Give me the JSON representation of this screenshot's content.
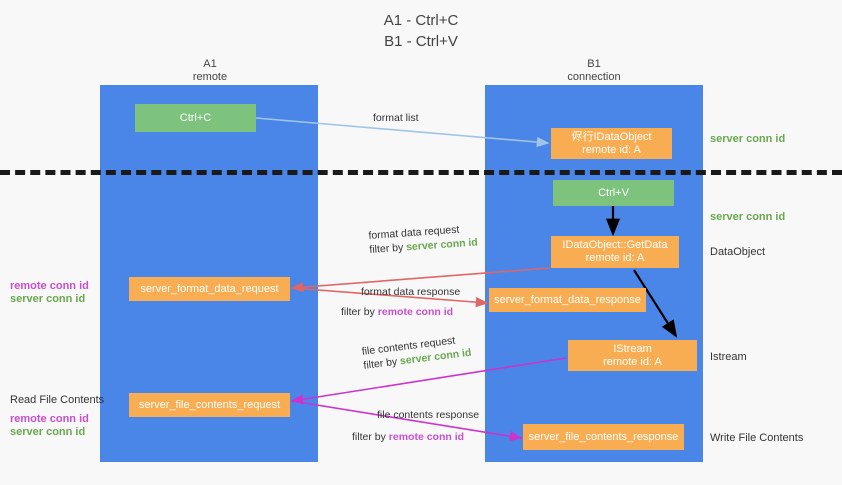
{
  "title": {
    "line1": "A1 - Ctrl+C",
    "line2": "B1 - Ctrl+V"
  },
  "lanes": [
    {
      "name": "A1",
      "subtitle": "remote"
    },
    {
      "name": "B1",
      "subtitle": "connection"
    }
  ],
  "boxes": {
    "ctrl_c": {
      "label": "Ctrl+C"
    },
    "idataobject": {
      "line1": "侭行IDataObject",
      "line2": "remote id: A"
    },
    "ctrl_v": {
      "label": "Ctrl+V"
    },
    "getdata": {
      "line1": "IDataObject::GetData",
      "line2": "remote id: A"
    },
    "server_format_data_request": {
      "label": "server_format_data_request"
    },
    "server_format_data_response": {
      "label": "server_format_data_response"
    },
    "istream": {
      "line1": "IStream",
      "line2": "remote id: A"
    },
    "server_file_contents_request": {
      "label": "server_file_contents_request"
    },
    "server_file_contents_response": {
      "label": "server_file_contents_response"
    }
  },
  "right_notes": {
    "server_conn_id_top": "server conn id",
    "server_conn_id_mid": "server conn id",
    "dataobject": "DataObject",
    "istream": "Istream",
    "write_file_contents": "Write File Contents"
  },
  "left_notes": {
    "remote_conn_id_1": "remote conn id",
    "server_conn_id_1": "server conn id",
    "read_file_contents": "Read File Contents",
    "remote_conn_id_2": "remote conn id",
    "server_conn_id_2": "server conn id"
  },
  "arrow_labels": {
    "format_list": "format list",
    "format_data_request": "format data request",
    "format_data_request_filter_prefix": "filter by ",
    "format_data_request_filter_value": "server conn id",
    "format_data_response": "format data response",
    "format_data_response_filter_prefix": "filter by ",
    "format_data_response_filter_value": "remote conn id",
    "file_contents_request": "file contents request",
    "file_contents_request_filter_prefix": "filter by ",
    "file_contents_request_filter_value": "server conn id",
    "file_contents_response": "file contents response",
    "file_contents_response_filter_prefix": "filter by ",
    "file_contents_response_filter_value": "remote conn id"
  },
  "colors": {
    "lane": "#4a86e8",
    "green_box": "#7dc37d",
    "orange_box": "#f9ad52",
    "green_text": "#6aa84f",
    "magenta_text": "#c94fd0",
    "blue_arrow": "#9fc5e8",
    "red_arrow": "#e06666",
    "magenta_arrow": "#cc33cc",
    "black_arrow": "#000000",
    "background": "#f8f8f8"
  }
}
